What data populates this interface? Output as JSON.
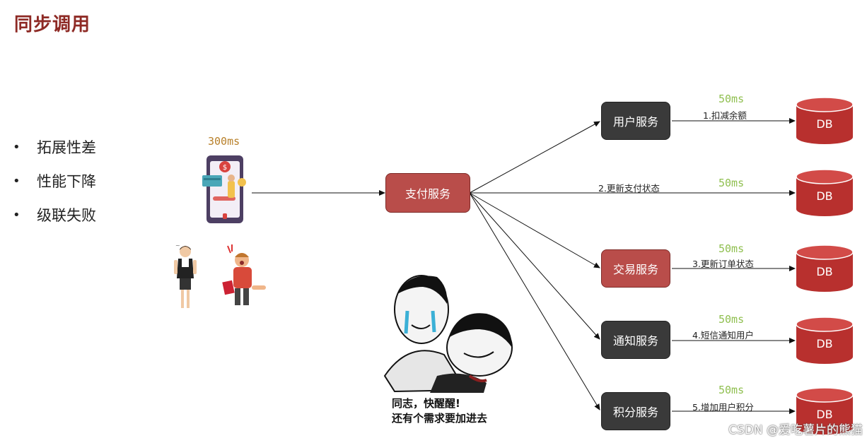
{
  "title": "同步调用",
  "bullets": [
    "拓展性差",
    "性能下降",
    "级联失败"
  ],
  "main_latency": "300ms",
  "center_service": "支付服务",
  "services": [
    {
      "label": "用户服务",
      "step": "1.扣减余额",
      "latency": "50ms",
      "db": "DB",
      "style": "dark"
    },
    {
      "label": "",
      "step": "2.更新支付状态",
      "latency": "50ms",
      "db": "DB",
      "style": "none"
    },
    {
      "label": "交易服务",
      "step": "3.更新订单状态",
      "latency": "50ms",
      "db": "DB",
      "style": "red"
    },
    {
      "label": "通知服务",
      "step": "4.短信通知用户",
      "latency": "50ms",
      "db": "DB",
      "style": "dark"
    },
    {
      "label": "积分服务",
      "step": "5.增加用户积分",
      "latency": "50ms",
      "db": "DB",
      "style": "dark"
    }
  ],
  "meme_caption": [
    "同志，快醒醒!",
    "还有个需求要加进去"
  ],
  "watermark": "CSDN @爱吃薯片的熊猫",
  "colors": {
    "title": "#8e2a25",
    "service_dark": "#3a3a3a",
    "service_red": "#b94d4a",
    "db_red": "#b8302e",
    "latency_green": "#8fbf4f",
    "latency_main": "#b8802a"
  }
}
